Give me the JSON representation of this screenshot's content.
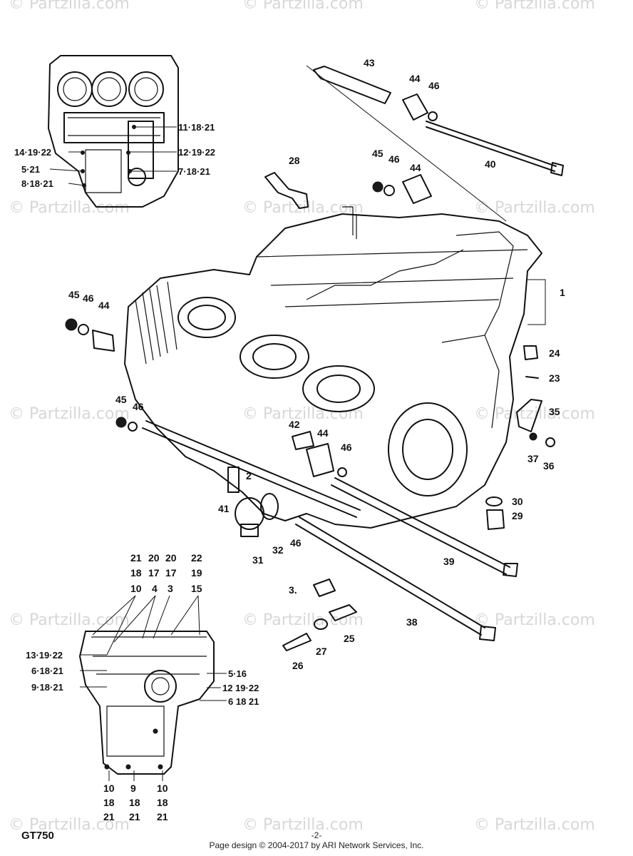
{
  "watermark": "© Partzilla.com",
  "model_label": "GT750",
  "page_number": "-2-",
  "footer": "Page design © 2004-2017 by ARI Network Services, Inc.",
  "callouts_main": [
    "43",
    "44",
    "46",
    "40",
    "45",
    "46",
    "44",
    "28",
    "1",
    "45",
    "46",
    "44",
    "24",
    "23",
    "35",
    "45",
    "46",
    "42",
    "44",
    "46",
    "2",
    "41",
    "31",
    "32",
    "46",
    "37",
    "36",
    "30",
    "29",
    "39",
    "38",
    "3.",
    "25",
    "27",
    "26"
  ],
  "callouts_upper_inset": [
    "11·18·21",
    "12·19·22",
    "14·19·22",
    "5·21",
    "7·18·21",
    "8·18·21"
  ],
  "callouts_lower_inset_top": [
    [
      "21",
      "18",
      "10"
    ],
    [
      "20",
      "17",
      "4"
    ],
    [
      "20",
      "17",
      "3"
    ],
    [
      "22",
      "19",
      "15"
    ]
  ],
  "callouts_lower_inset_left": [
    "13·19·22",
    "6·18·21",
    "9·18·21"
  ],
  "callouts_lower_inset_right": [
    "5·16",
    "12 19·22",
    "6 18 21"
  ],
  "callouts_lower_inset_bottom": [
    [
      "10",
      "18",
      "21"
    ],
    [
      "9",
      "18",
      "21"
    ],
    [
      "10",
      "18",
      "21"
    ]
  ]
}
